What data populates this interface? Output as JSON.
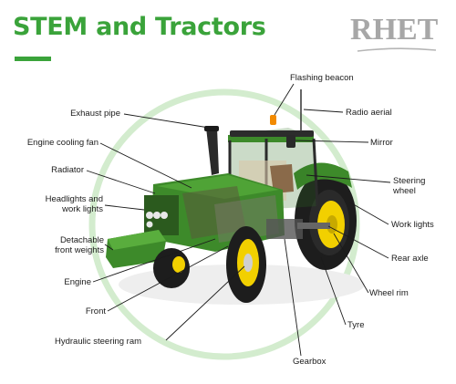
{
  "title": "STEM and Tractors",
  "logo": "RHET",
  "colors": {
    "accent": "#3aa33a",
    "tractor_green": "#3d8a2a",
    "yellow": "#f2d000",
    "ring": "#cfe9c9"
  },
  "labels": {
    "flashing_beacon": "Flashing beacon",
    "exhaust_pipe": "Exhaust pipe",
    "radio_aerial": "Radio aerial",
    "engine_cooling_fan": "Engine cooling fan",
    "mirror": "Mirror",
    "radiator": "Radiator",
    "steering_wheel_1": "Steering",
    "steering_wheel_2": "wheel",
    "headlights_1": "Headlights and",
    "headlights_2": "work lights",
    "work_lights": "Work lights",
    "detachable_1": "Detachable",
    "detachable_2": "front weights",
    "rear_axle": "Rear axle",
    "engine": "Engine",
    "wheel_rim": "Wheel rim",
    "front": "Front",
    "tyre": "Tyre",
    "hydraulic_steering_ram": "Hydraulic steering ram",
    "gearbox": "Gearbox"
  }
}
